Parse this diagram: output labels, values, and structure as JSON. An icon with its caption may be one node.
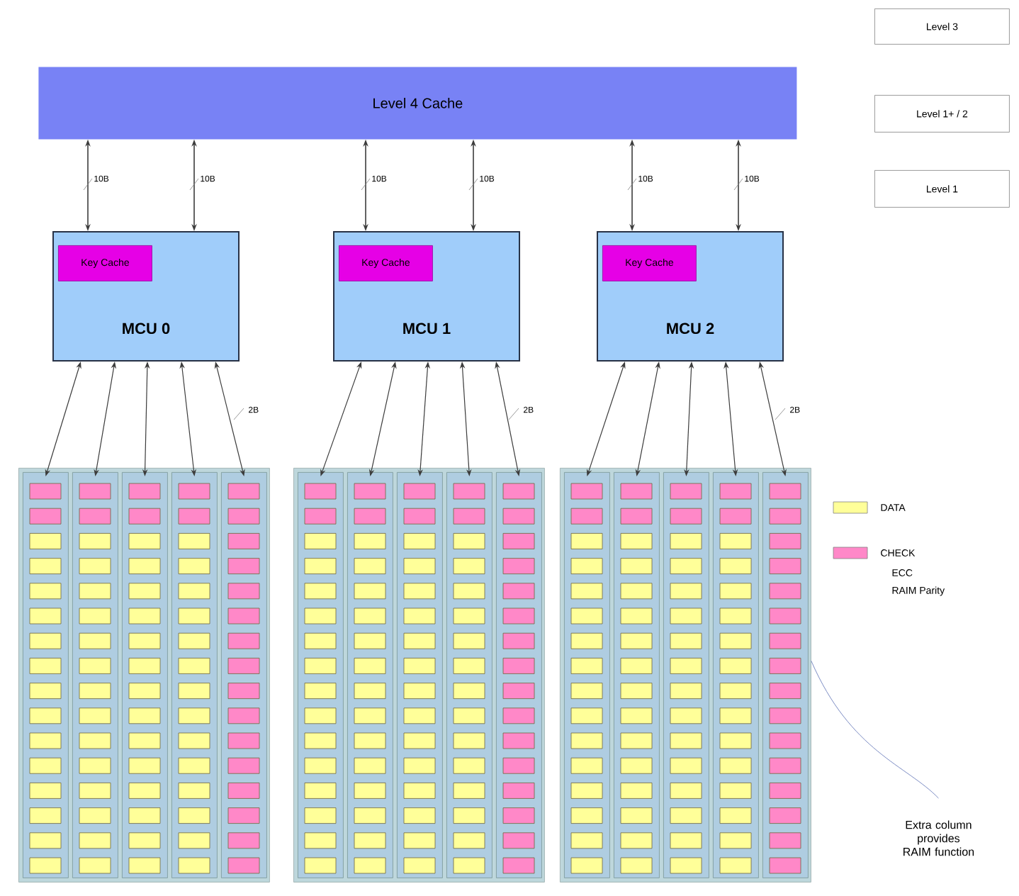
{
  "diagram": {
    "nodes": [
      {
        "text": [
          "Level 4 Cache"
        ]
      },
      {
        "text": [
          "MCU 0"
        ]
      },
      {
        "text": [
          "Key Cache"
        ],
        "in": 1
      },
      {
        "text": [
          "MCU 1"
        ]
      },
      {
        "text": [
          "Key Cache"
        ],
        "in": 3
      },
      {
        "text": [
          "MCU 2"
        ]
      },
      {
        "text": [
          "Key Cache"
        ],
        "in": 5
      },
      {
        "text": [
          "Level 3"
        ]
      },
      {
        "text": [
          "Level 1+ / 2"
        ]
      },
      {
        "text": [
          "Level 1"
        ]
      },
      {
        "text": [],
        "shape": "box"
      },
      {
        "text": [],
        "shape": "box",
        "in": 10
      },
      {
        "text": [],
        "shape": "box",
        "in": 10
      },
      {
        "text": [],
        "shape": "box",
        "in": 10
      },
      {
        "text": [],
        "shape": "box",
        "in": 10
      },
      {
        "text": [],
        "shape": "box",
        "in": 10
      },
      {
        "text": [],
        "shape": "box"
      },
      {
        "text": [],
        "shape": "box",
        "in": 16
      },
      {
        "text": [],
        "shape": "box",
        "in": 16
      },
      {
        "text": [],
        "shape": "box",
        "in": 16
      },
      {
        "text": [],
        "shape": "box",
        "in": 16
      },
      {
        "text": [],
        "shape": "box",
        "in": 16
      },
      {
        "text": [],
        "shape": "box"
      },
      {
        "text": [],
        "shape": "box",
        "in": 22
      },
      {
        "text": [],
        "shape": "box",
        "in": 22
      },
      {
        "text": [],
        "shape": "box",
        "in": 22
      },
      {
        "text": [],
        "shape": "box",
        "in": 22
      },
      {
        "text": [],
        "shape": "box",
        "in": 22
      },
      {
        "text": [
          "Extra column provides RAIM function"
        ]
      }
    ],
    "edges": [
      {
        "from": 0,
        "to": 1,
        "arrow": "both",
        "label": "10B"
      },
      {
        "from": 0,
        "to": 1,
        "arrow": "both",
        "label": "10B"
      },
      {
        "from": 0,
        "to": 3,
        "arrow": "both",
        "label": "10B"
      },
      {
        "from": 0,
        "to": 3,
        "arrow": "both",
        "label": "10B"
      },
      {
        "from": 0,
        "to": 5,
        "arrow": "both",
        "label": "10B"
      },
      {
        "from": 0,
        "to": 5,
        "arrow": "both",
        "label": "10B"
      },
      {
        "from": 1,
        "to": 11,
        "arrow": "both"
      },
      {
        "from": 1,
        "to": 12,
        "arrow": "both"
      },
      {
        "from": 1,
        "to": 13,
        "arrow": "both"
      },
      {
        "from": 1,
        "to": 14,
        "arrow": "both"
      },
      {
        "from": 1,
        "to": 15,
        "arrow": "both",
        "label": "2B"
      },
      {
        "from": 3,
        "to": 17,
        "arrow": "both"
      },
      {
        "from": 3,
        "to": 18,
        "arrow": "both"
      },
      {
        "from": 3,
        "to": 19,
        "arrow": "both"
      },
      {
        "from": 3,
        "to": 20,
        "arrow": "both"
      },
      {
        "from": 3,
        "to": 21,
        "arrow": "both",
        "label": "2B"
      },
      {
        "from": 5,
        "to": 23,
        "arrow": "both"
      },
      {
        "from": 5,
        "to": 24,
        "arrow": "both"
      },
      {
        "from": 5,
        "to": 25,
        "arrow": "both"
      },
      {
        "from": 5,
        "to": 26,
        "arrow": "both"
      },
      {
        "from": 5,
        "to": 27,
        "arrow": "both",
        "label": "2B"
      },
      {
        "from": 28,
        "to": 27,
        "arrow": "none",
        "color": "#5a6eb4"
      }
    ],
    "labels": [
      "ECC",
      "RAIM Parity"
    ],
    "legend": [
      {
        "text": "DATA",
        "color": "#ffff99"
      },
      {
        "text": "CHECK",
        "color": "#ff88c8"
      }
    ]
  }
}
